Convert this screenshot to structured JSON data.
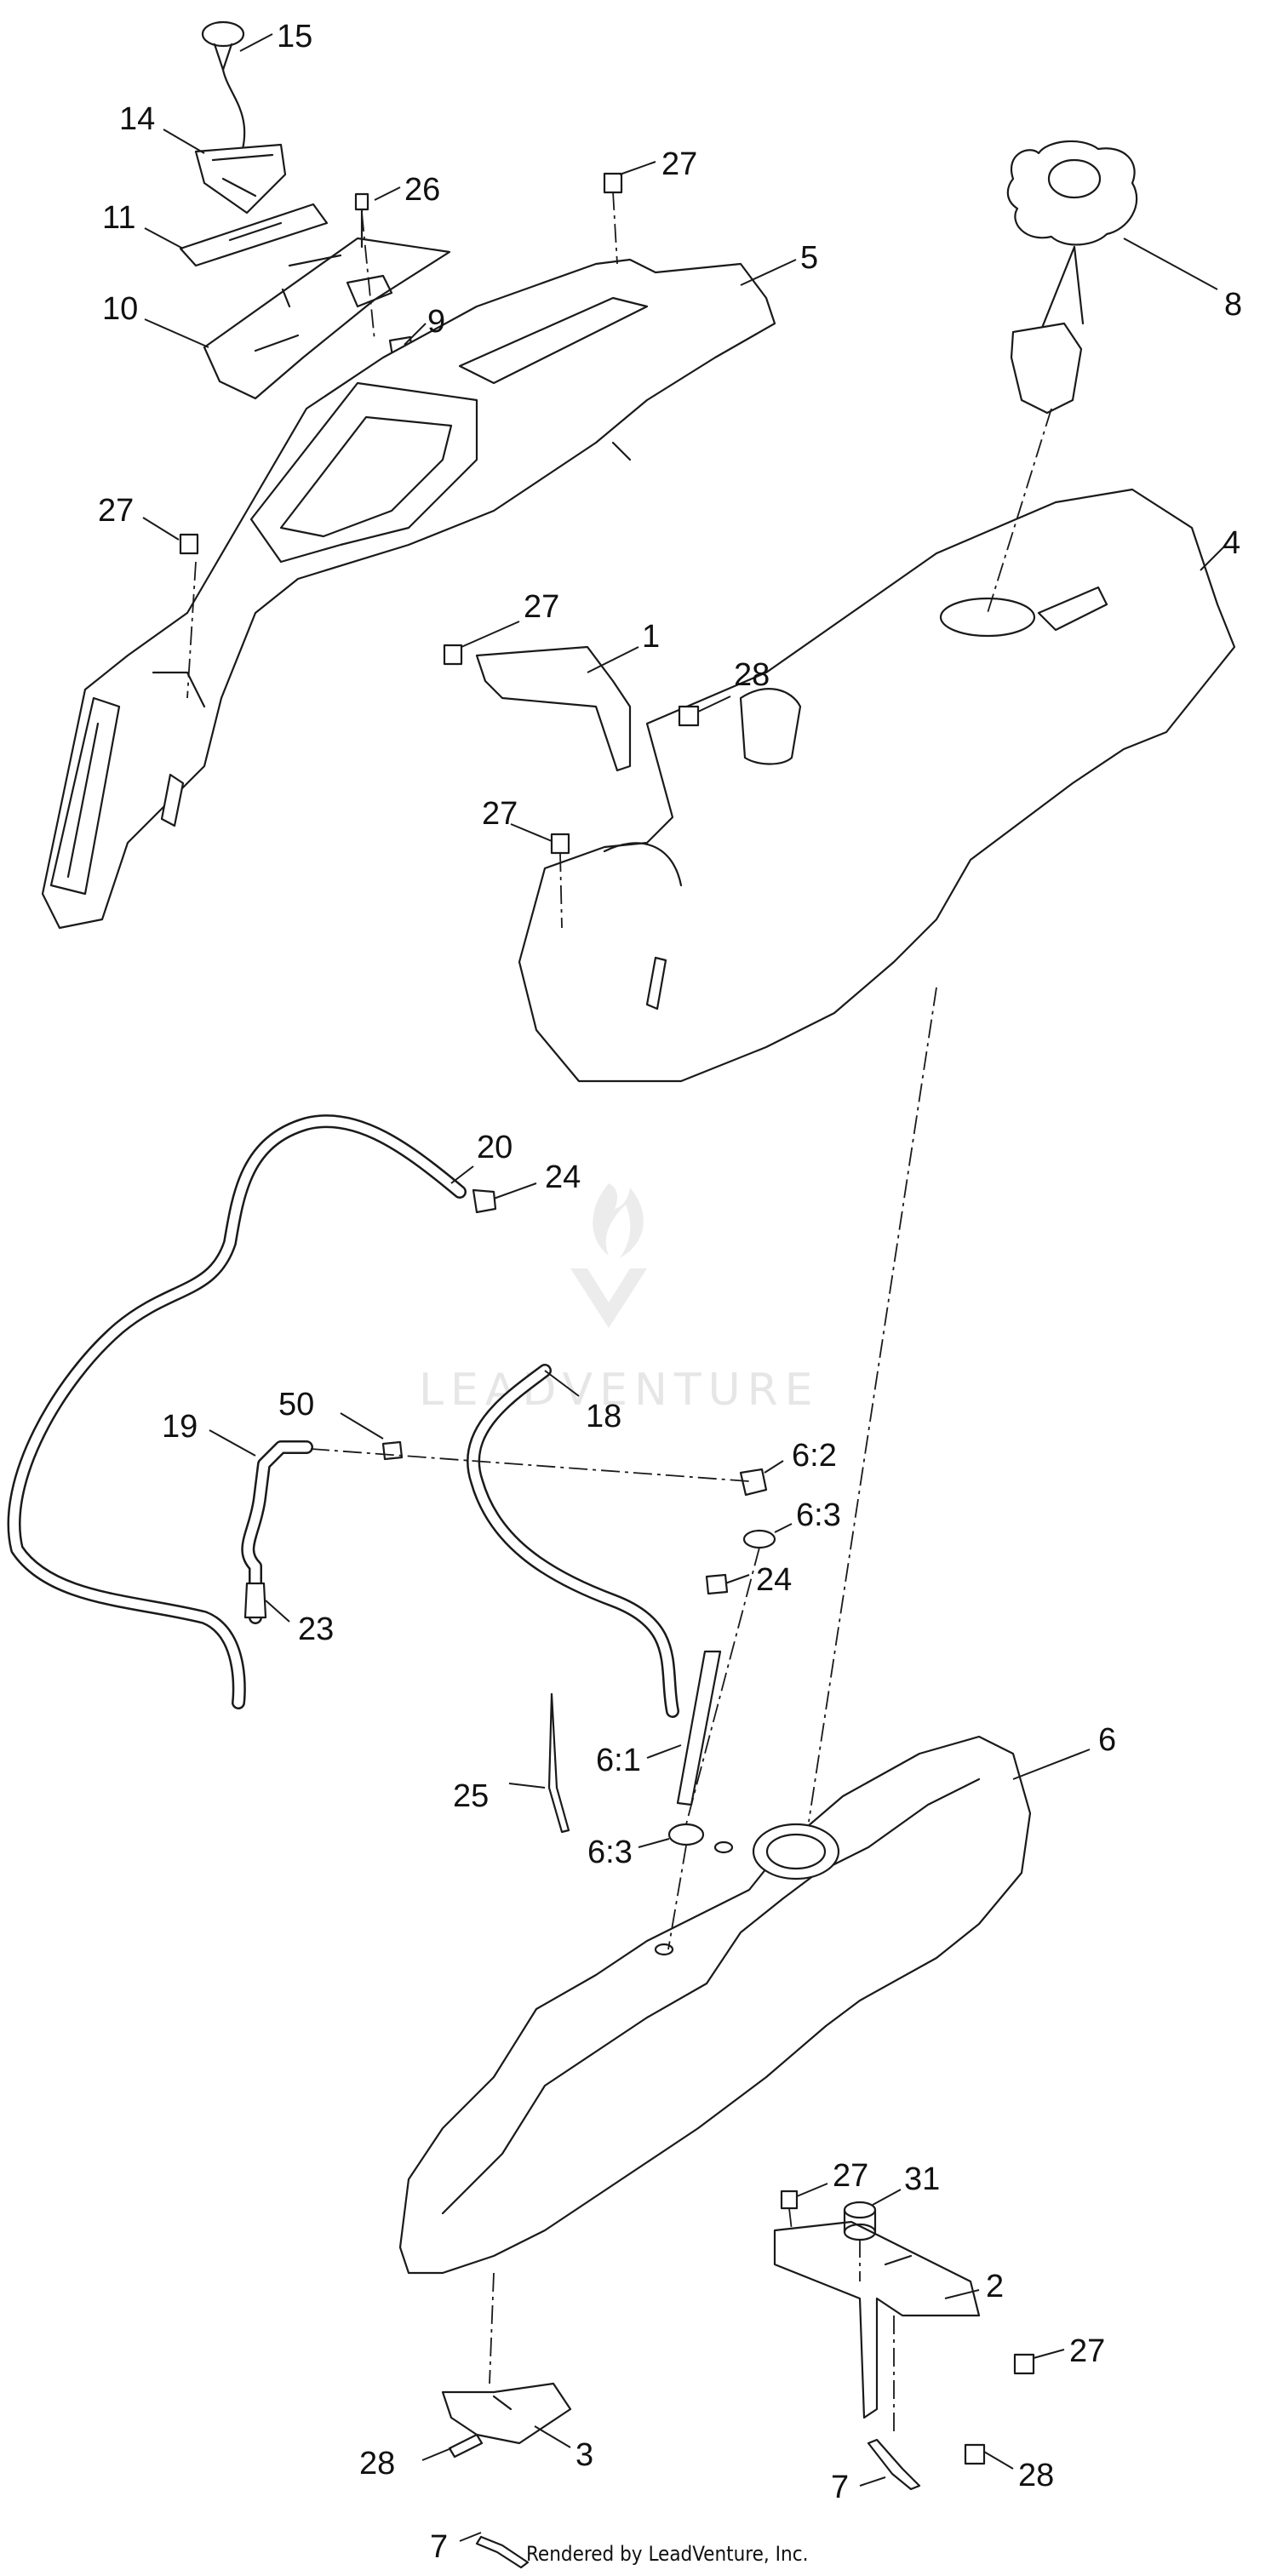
{
  "diagram": {
    "watermark": "LEADVENTURE",
    "credit": "Rendered by LeadVenture, Inc.",
    "callouts": [
      {
        "id": "c15",
        "text": "15"
      },
      {
        "id": "c14",
        "text": "14"
      },
      {
        "id": "c11",
        "text": "11"
      },
      {
        "id": "c10",
        "text": "10"
      },
      {
        "id": "c26",
        "text": "26"
      },
      {
        "id": "c27a",
        "text": "27"
      },
      {
        "id": "c5",
        "text": "5"
      },
      {
        "id": "c9",
        "text": "9"
      },
      {
        "id": "c8",
        "text": "8"
      },
      {
        "id": "c27b",
        "text": "27"
      },
      {
        "id": "c4",
        "text": "4"
      },
      {
        "id": "c27c",
        "text": "27"
      },
      {
        "id": "c1",
        "text": "1"
      },
      {
        "id": "c28a",
        "text": "28"
      },
      {
        "id": "c27d",
        "text": "27"
      },
      {
        "id": "c20",
        "text": "20"
      },
      {
        "id": "c24a",
        "text": "24"
      },
      {
        "id": "c19",
        "text": "19"
      },
      {
        "id": "c50",
        "text": "50"
      },
      {
        "id": "c18",
        "text": "18"
      },
      {
        "id": "c6_2",
        "text": "6:2"
      },
      {
        "id": "c6_3a",
        "text": "6:3"
      },
      {
        "id": "c24b",
        "text": "24"
      },
      {
        "id": "c23",
        "text": "23"
      },
      {
        "id": "c6",
        "text": "6"
      },
      {
        "id": "c6_1",
        "text": "6:1"
      },
      {
        "id": "c25",
        "text": "25"
      },
      {
        "id": "c6_3b",
        "text": "6:3"
      },
      {
        "id": "c27e",
        "text": "27"
      },
      {
        "id": "c31",
        "text": "31"
      },
      {
        "id": "c2",
        "text": "2"
      },
      {
        "id": "c27f",
        "text": "27"
      },
      {
        "id": "c28b",
        "text": "28"
      },
      {
        "id": "c3",
        "text": "3"
      },
      {
        "id": "c7a",
        "text": "7"
      },
      {
        "id": "c28c",
        "text": "28"
      },
      {
        "id": "c7b",
        "text": "7"
      }
    ]
  }
}
